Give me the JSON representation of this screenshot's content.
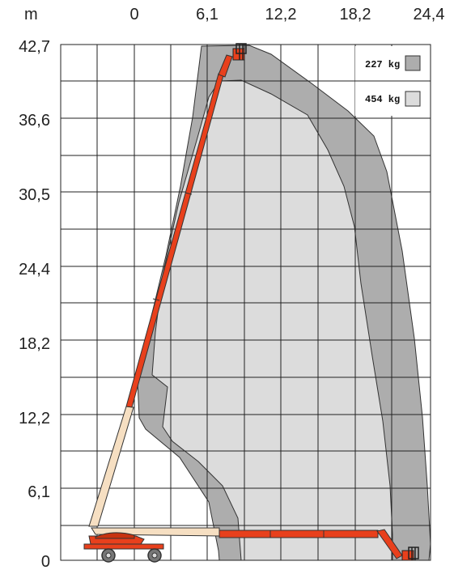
{
  "diagram": {
    "unit_label": "m",
    "x_ticks": [
      "0",
      "6,1",
      "12,2",
      "18,2",
      "24,4"
    ],
    "y_ticks": [
      "42,7",
      "36,6",
      "30,5",
      "24,4",
      "18,2",
      "12,2",
      "6,1",
      "0"
    ],
    "legend": [
      {
        "label": "227 kg",
        "color": "#adadad"
      },
      {
        "label": "454 kg",
        "color": "#dcdcdc"
      }
    ],
    "colors": {
      "boom": "#e8401c",
      "boom_light": "#f6dfc2",
      "grid": "#222222",
      "envelope_227": "#adadad",
      "envelope_454": "#dcdcdc"
    }
  }
}
